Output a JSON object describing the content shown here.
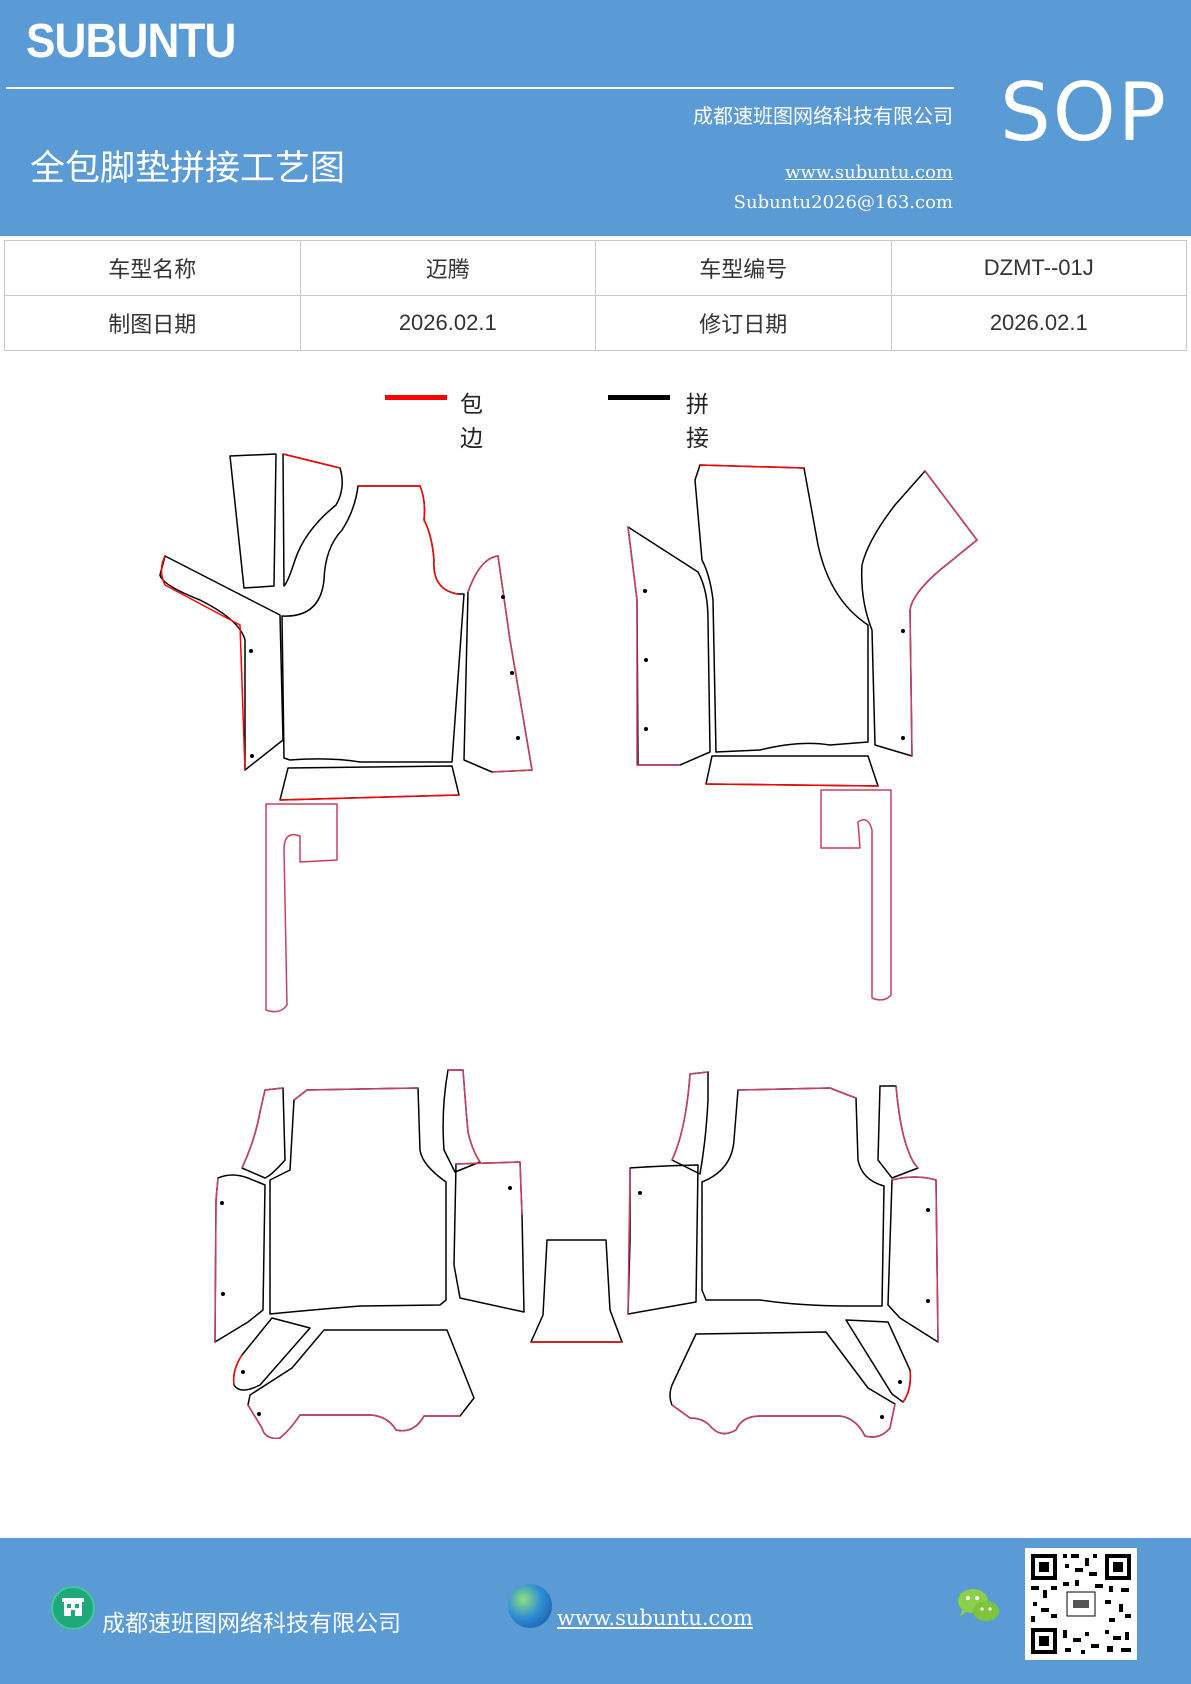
{
  "header": {
    "brand": "SUBUNTU",
    "company": "成都速班图网络科技有限公司",
    "sop": "SOP",
    "title": "全包脚垫拼接工艺图",
    "website": "www.subuntu.com",
    "email": "Subuntu2026@163.com",
    "background_color": "#5b9bd5"
  },
  "info_table": {
    "rows": [
      [
        "车型名称",
        "迈腾",
        "车型编号",
        "DZMT--01J"
      ],
      [
        "制图日期",
        "2026.02.1",
        "修订日期",
        "2026.02.1"
      ]
    ]
  },
  "legend": {
    "edge_label": "包边",
    "edge_color": "#ff0000",
    "joint_label": "拼接",
    "joint_color": "#000000"
  },
  "footer": {
    "company": "成都速班图网络科技有限公司",
    "website": "www.subuntu.com",
    "icons": [
      "building-icon",
      "globe-icon",
      "wechat-icon",
      "qr-code"
    ]
  }
}
